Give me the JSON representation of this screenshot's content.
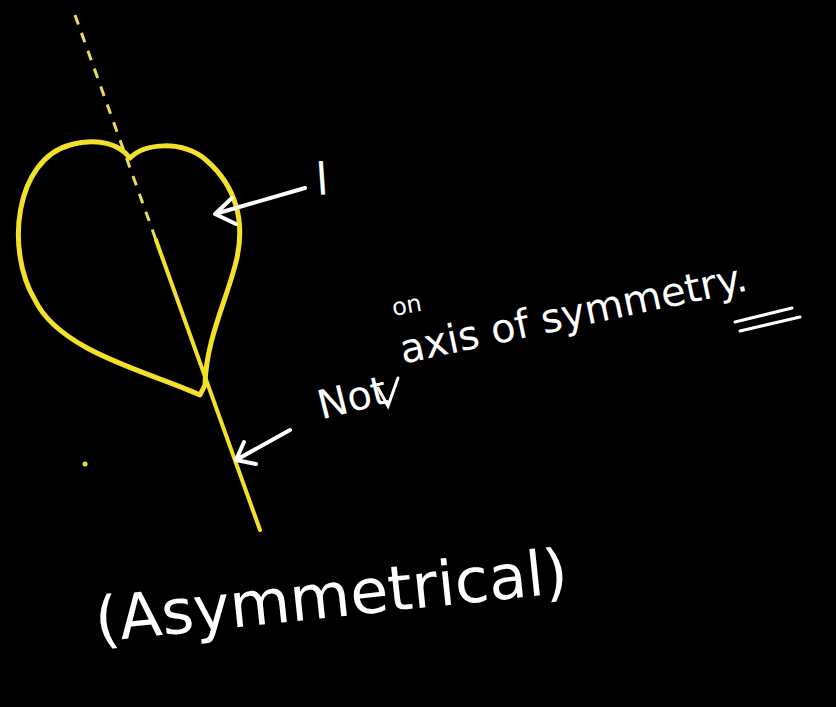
{
  "diagram": {
    "labels": [
      "l",
      "on",
      "Not",
      "axis of symmetry.",
      "(Asymmetrical)"
    ]
  }
}
